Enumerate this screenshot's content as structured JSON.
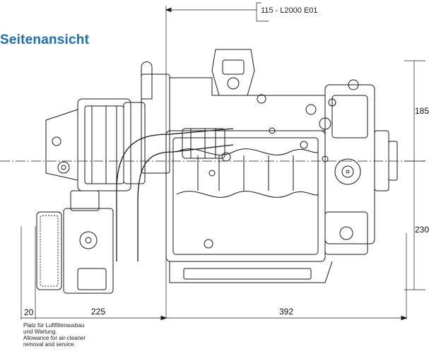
{
  "title": "Seitenansicht",
  "drawing_ref": "115 - L2000 E01",
  "dimensions": {
    "top_right": "185",
    "bottom_right": "230",
    "bottom_left": "20",
    "bottom_middle": "225",
    "bottom_main": "392"
  },
  "note": {
    "line1": "Platz für Luftfilterausbau",
    "line2": "und Wartung.",
    "line3": "Allowance for air-cleaner",
    "line4": "removal and service."
  },
  "colors": {
    "title": "#1b6fb5",
    "line": "#1a1a1a"
  }
}
